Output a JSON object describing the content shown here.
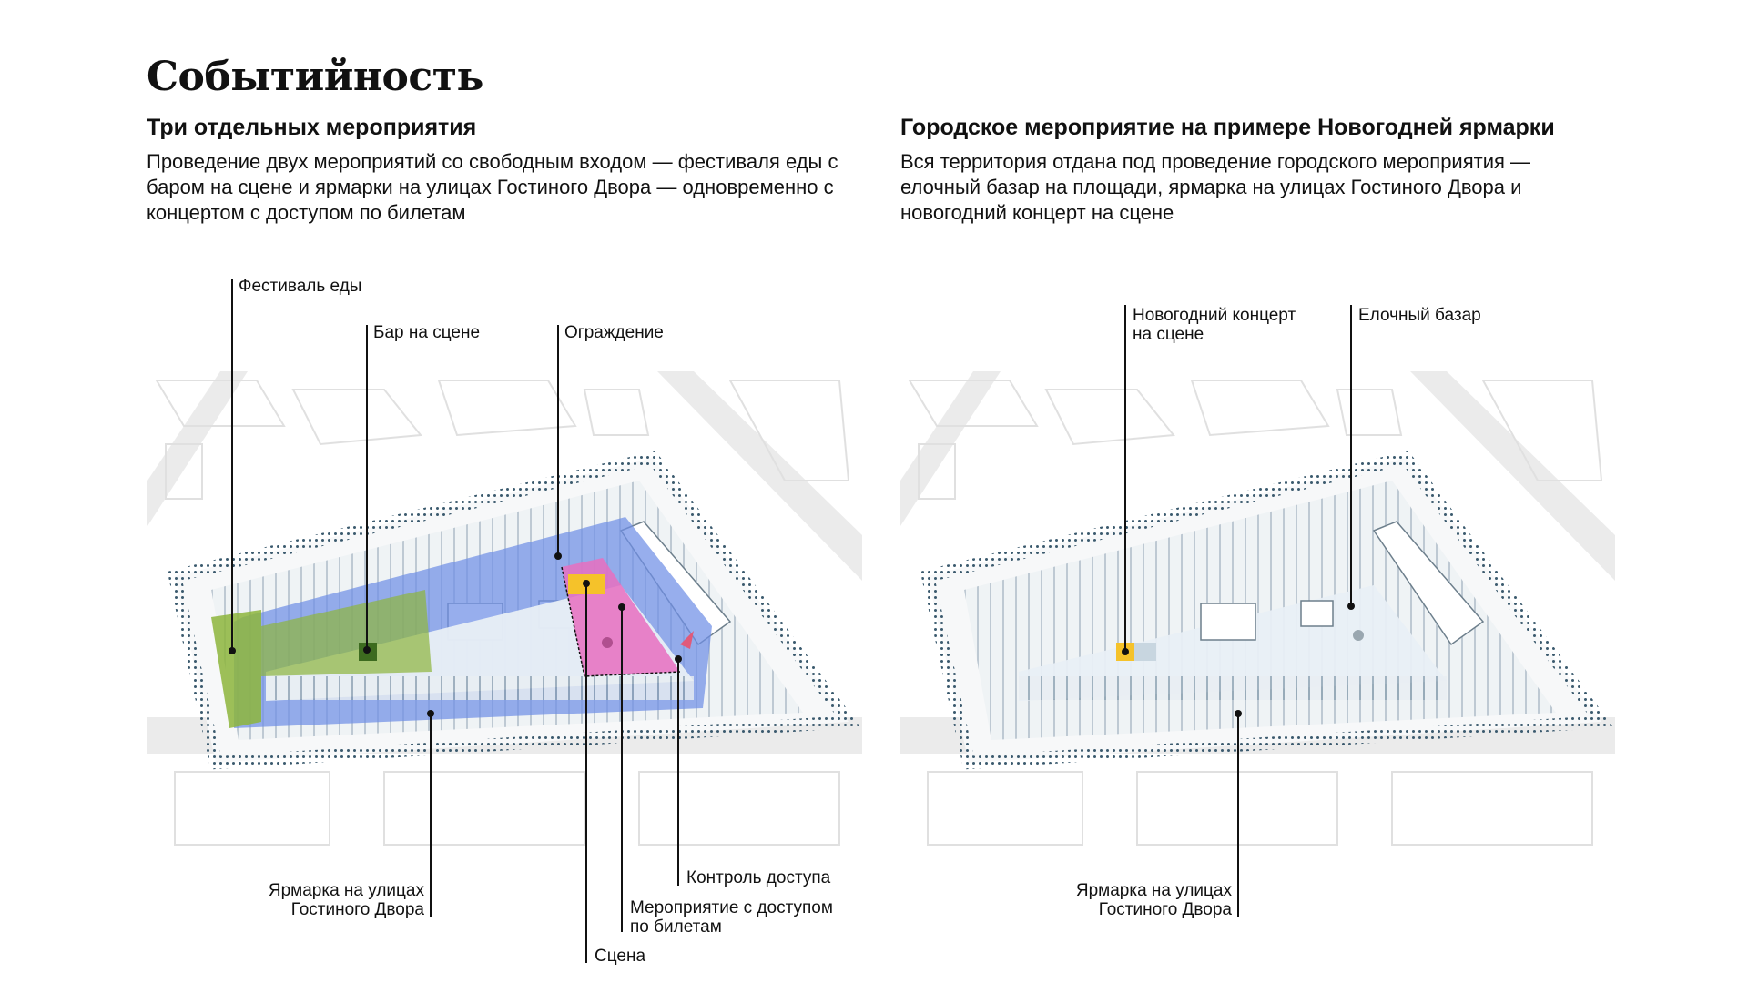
{
  "page_title": "Событийность",
  "left": {
    "title": "Три отдельных мероприятия",
    "description": "Проведение двух мероприятий со свободным входом — фестиваля еды с баром на сцене и ярмарки на улицах Гостиного Двора — одновременно с концертом с доступом по билетам",
    "labels": {
      "food_festival": "Фестиваль еды",
      "stage_bar": "Бар на сцене",
      "fence": "Ограждение",
      "fair_line1": "Ярмарка на улицах",
      "fair_line2": "Гостиного Двора",
      "access_control": "Контроль доступа",
      "ticket_line1": "Мероприятие с доступом",
      "ticket_line2": "по билетам",
      "stage": "Сцена"
    }
  },
  "right": {
    "title": "Городское мероприятие на примере Новогодней ярмарки",
    "description": "Вся территория отдана под проведение городского мероприятия — елочный базар на площади, ярмарка на улицах Гостиного Двора и новогодний концерт на сцене",
    "labels": {
      "concert_line1": "Новогодний концерт",
      "concert_line2": "на сцене",
      "tree_market": "Елочный базар",
      "fair_line1": "Ярмарка на улицах",
      "fair_line2": "Гостиного Двора"
    }
  },
  "colors": {
    "food_festival": "#8db53c",
    "fair": "#6f8fe6",
    "ticketed": "#e86fc0",
    "stage": "#f5c22a",
    "site": "#ececec"
  }
}
